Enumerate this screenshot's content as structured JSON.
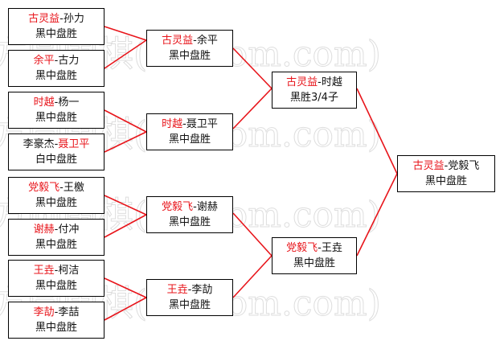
{
  "watermark": "方圆围棋(hoetom.com)",
  "colors": {
    "winner": "#e8151b",
    "text": "#111111",
    "line": "#e8151b",
    "border": "#000000"
  },
  "round1": [
    {
      "winner": "古灵益",
      "sep": "-",
      "loser": "孙力",
      "winner_first": true,
      "result": "黑中盘胜"
    },
    {
      "winner": "余平",
      "sep": "-",
      "loser": "古力",
      "winner_first": true,
      "result": "黑中盘胜"
    },
    {
      "winner": "时越",
      "sep": "-",
      "loser": "杨一",
      "winner_first": true,
      "result": "黑中盘胜"
    },
    {
      "winner": "聂卫平",
      "sep": "-",
      "loser": "李豪杰",
      "winner_first": false,
      "result": "白中盘胜"
    },
    {
      "winner": "党毅飞",
      "sep": "-",
      "loser": "王檄",
      "winner_first": true,
      "result": "黑中盘胜"
    },
    {
      "winner": "谢赫",
      "sep": "-",
      "loser": "付冲",
      "winner_first": true,
      "result": "黑中盘胜"
    },
    {
      "winner": "王垚",
      "sep": "-",
      "loser": "柯洁",
      "winner_first": true,
      "result": "黑中盘胜"
    },
    {
      "winner": "李劼",
      "sep": "-",
      "loser": "李喆",
      "winner_first": true,
      "result": "黑中盘胜"
    }
  ],
  "round2": [
    {
      "winner": "古灵益",
      "sep": "-",
      "loser": "余平",
      "winner_first": true,
      "result": "黑中盘胜"
    },
    {
      "winner": "时越",
      "sep": "-",
      "loser": "聂卫平",
      "winner_first": true,
      "result": "黑中盘胜"
    },
    {
      "winner": "党毅飞",
      "sep": "-",
      "loser": "谢赫",
      "winner_first": true,
      "result": "黑中盘胜"
    },
    {
      "winner": "王垚",
      "sep": "-",
      "loser": "李劼",
      "winner_first": true,
      "result": "黑中盘胜"
    }
  ],
  "round3": [
    {
      "winner": "古灵益",
      "sep": "-",
      "loser": "时越",
      "winner_first": true,
      "result": "黑胜3/4子"
    },
    {
      "winner": "党毅飞",
      "sep": "-",
      "loser": "王垚",
      "winner_first": true,
      "result": "黑中盘胜"
    }
  ],
  "final": [
    {
      "winner": "古灵益",
      "sep": "-",
      "loser": "党毅飞",
      "winner_first": true,
      "result": "黑中盘胜"
    }
  ]
}
